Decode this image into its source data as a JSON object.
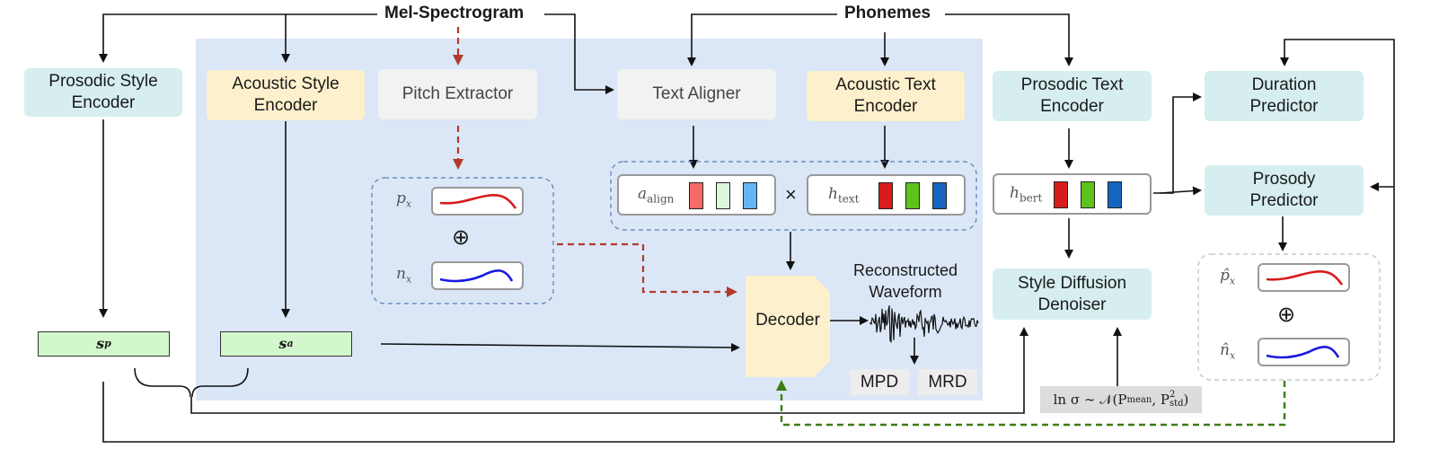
{
  "labels": {
    "mel_spectrogram": "Mel-Spectrogram",
    "phonemes": "Phonemes",
    "reconstructed_waveform_l1": "Reconstructed",
    "reconstructed_waveform_l2": "Waveform"
  },
  "blocks": {
    "prosodic_style_encoder_l1": "Prosodic Style",
    "prosodic_style_encoder_l2": "Encoder",
    "acoustic_style_encoder_l1": "Acoustic Style",
    "acoustic_style_encoder_l2": "Encoder",
    "pitch_extractor": "Pitch Extractor",
    "text_aligner": "Text Aligner",
    "acoustic_text_encoder_l1": "Acoustic Text",
    "acoustic_text_encoder_l2": "Encoder",
    "prosodic_text_encoder_l1": "Prosodic Text",
    "prosodic_text_encoder_l2": "Encoder",
    "duration_predictor_l1": "Duration",
    "duration_predictor_l2": "Predictor",
    "prosody_predictor_l1": "Prosody",
    "prosody_predictor_l2": "Predictor",
    "style_diffusion_l1": "Style Diffusion",
    "style_diffusion_l2": "Denoiser",
    "decoder": "Decoder",
    "mpd": "MPD",
    "mrd": "MRD"
  },
  "symbols": {
    "s_p": "s",
    "s_p_sub": "p",
    "s_a": "s",
    "s_a_sub": "a",
    "p_x": "p",
    "p_x_sub": "x",
    "n_x": "n",
    "n_x_sub": "x",
    "a_align": "a",
    "a_align_sub": "align",
    "h_text": "h",
    "h_text_sub": "text",
    "h_bert": "h",
    "h_bert_sub": "bert",
    "p_hat_x": "p̂",
    "p_hat_x_sub": "x",
    "n_hat_x": "n̂",
    "n_hat_x_sub": "x",
    "oplus": "⊕",
    "times": "×",
    "ln_sigma": "ln σ ∼ 𝒩(P",
    "ln_sigma_sub1": "mean",
    "ln_sigma_mid": ", P",
    "ln_sigma_sup": "2",
    "ln_sigma_sub2": "std",
    "ln_sigma_end": ")"
  },
  "colors": {
    "teal": "#d6eef0",
    "yellow": "#fdf0cc",
    "grey": "#f2f2f2",
    "blue_panel": "#dbe7f7",
    "green_bar": "#d2f7cc",
    "red_dashed": "#b23a2a",
    "green_dashed": "#3a7d12",
    "chip_red": "#d81b1b",
    "chip_green": "#5bc31b",
    "chip_blue": "#1565c0",
    "chip_red_light": "#f86a6a",
    "chip_green_light": "#dcf7dc",
    "chip_blue_light": "#64b5f6"
  }
}
